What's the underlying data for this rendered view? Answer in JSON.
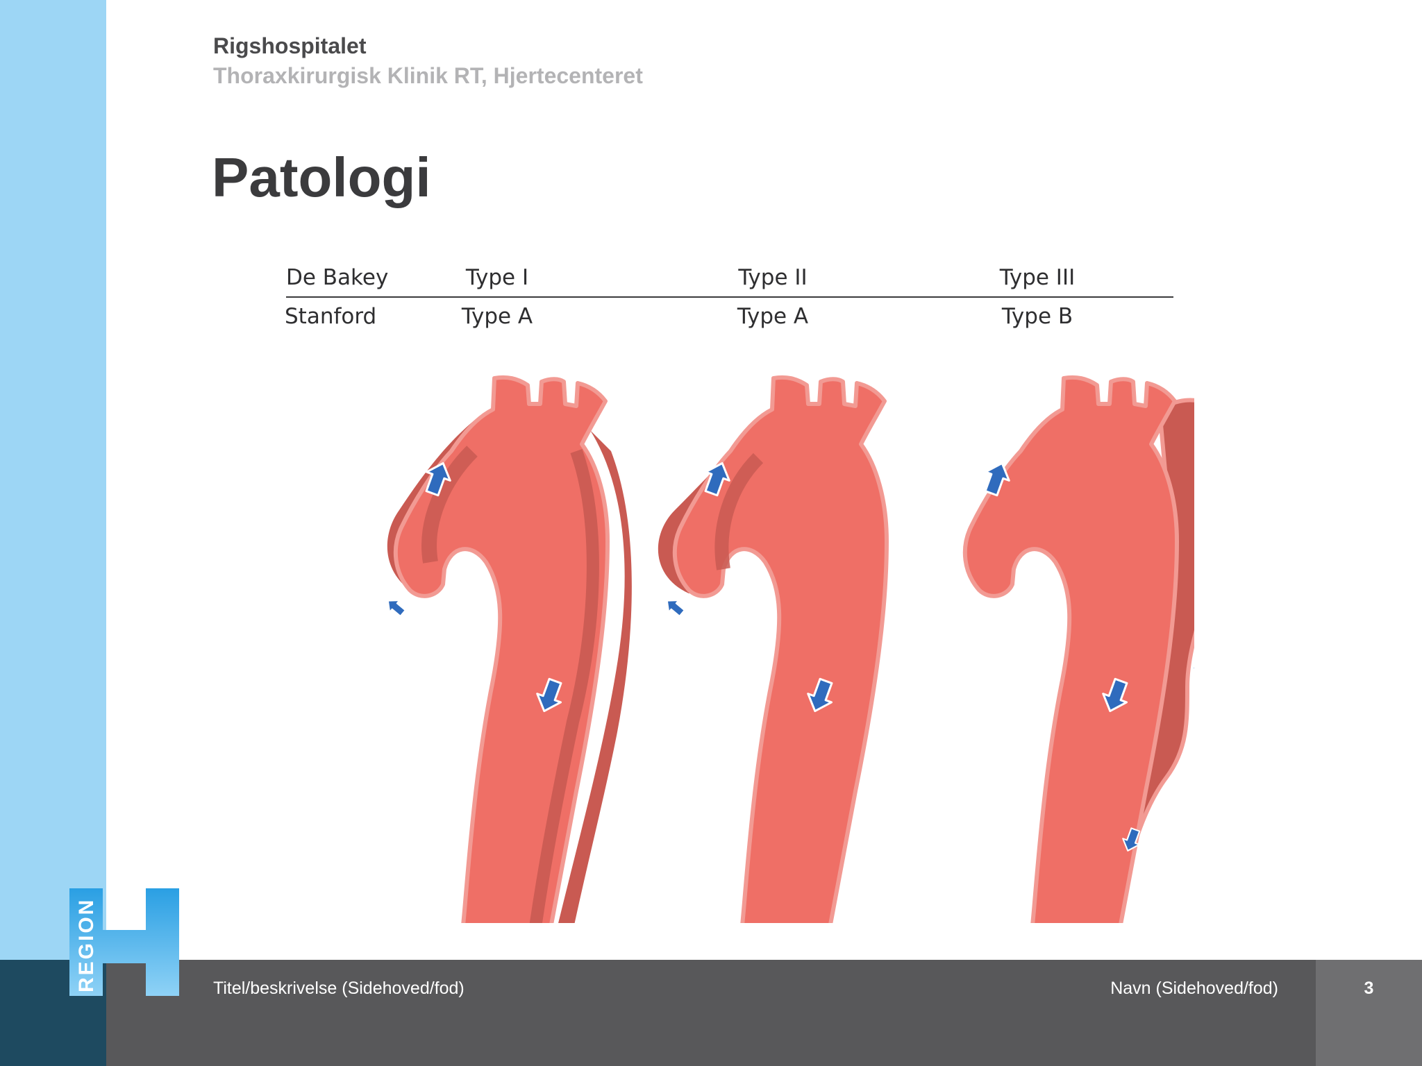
{
  "header": {
    "organization": "Rigshospitalet",
    "department": "Thoraxkirurgisk Klinik RT, Hjertecenteret"
  },
  "slide": {
    "title": "Patologi"
  },
  "figure": {
    "row1_label": "De Bakey",
    "row2_label": "Stanford",
    "columns": [
      {
        "debakey": "Type I",
        "stanford": "Type A"
      },
      {
        "debakey": "Type II",
        "stanford": "Type A"
      },
      {
        "debakey": "Type III",
        "stanford": "Type B"
      }
    ],
    "colors": {
      "aorta": "#ef6f66",
      "aorta_outline": "#f29a93",
      "false_lumen": "#c95a52",
      "arrow": "#2f6bbd"
    }
  },
  "footer": {
    "title_text": "Titel/beskrivelse (Sidehoved/fod)",
    "name_text": "Navn (Sidehoved/fod)",
    "page_number": "3"
  },
  "logo": {
    "word": "REGION",
    "letter": "H"
  }
}
